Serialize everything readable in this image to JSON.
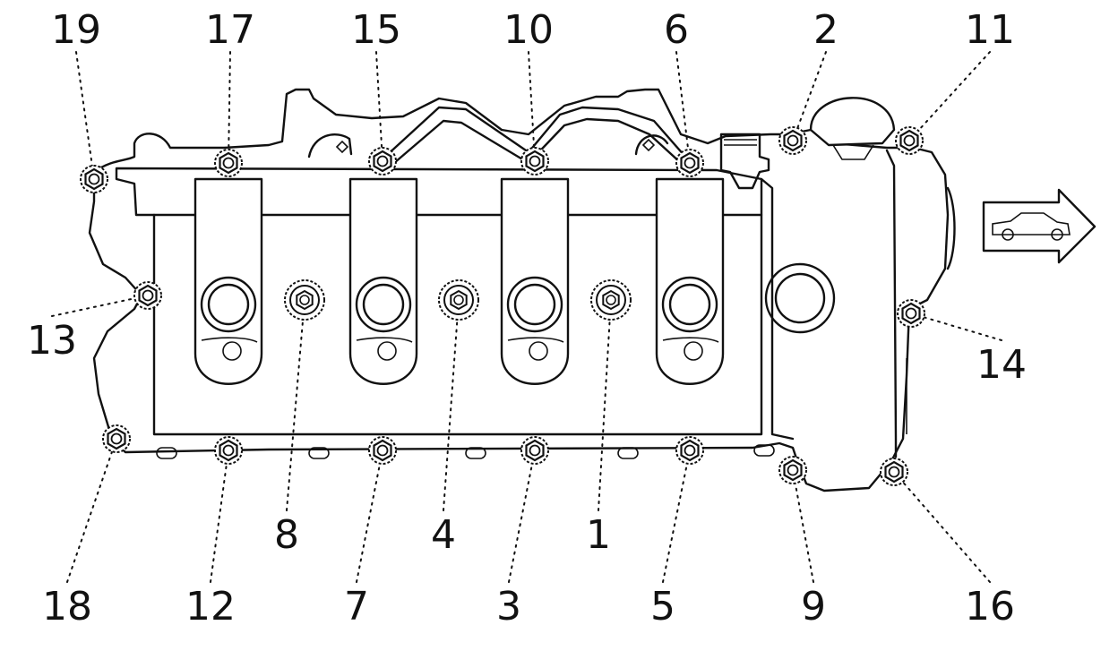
{
  "diagram": {
    "bolt_labels": [
      "19",
      "17",
      "15",
      "10",
      "6",
      "2",
      "11",
      "13",
      "14",
      "18",
      "12",
      "7",
      "3",
      "5",
      "9",
      "16",
      "8",
      "4",
      "1"
    ],
    "direction_icon": "car-arrow-icon"
  }
}
